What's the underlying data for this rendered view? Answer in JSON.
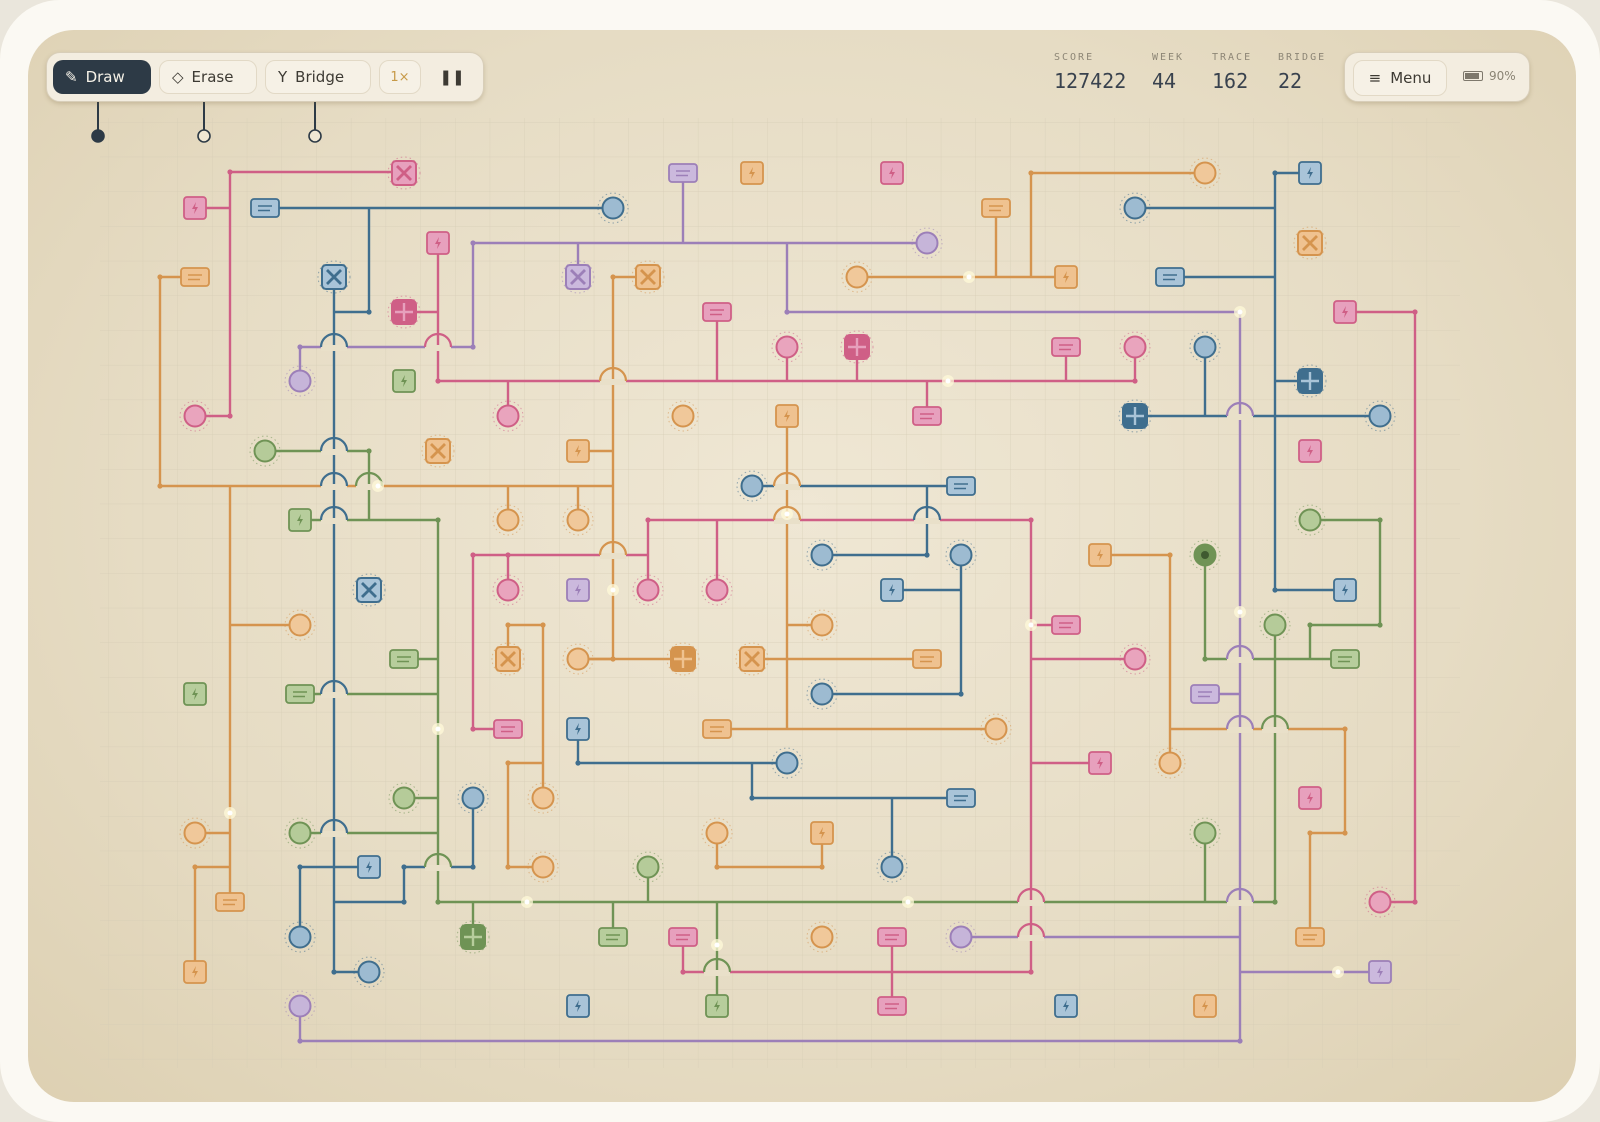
{
  "toolbar": {
    "draw_label": "Draw",
    "erase_label": "Erase",
    "bridge_label": "Bridge",
    "speed_label": "1×",
    "pause_icon": "pause-icon"
  },
  "stats": {
    "score_label": "SCORE",
    "score": "127422",
    "week_label": "WEEK",
    "week": "44",
    "trace_label": "TRACE",
    "trace": "162",
    "bridge_label": "BRIDGE",
    "bridge": "22"
  },
  "menu": {
    "label": "Menu",
    "battery": "90%"
  },
  "colors": {
    "orange": "#d5944e",
    "red": "#cf5f86",
    "blue": "#3f6e8e",
    "purple": "#9c7fb8",
    "green": "#6f9355"
  },
  "icons": [
    "draw-icon",
    "eraser-icon",
    "bridge-icon",
    "pause-icon",
    "menu-icon",
    "battery-icon",
    "bolt-icon",
    "server-icon",
    "cross-icon",
    "plus-icon"
  ]
}
